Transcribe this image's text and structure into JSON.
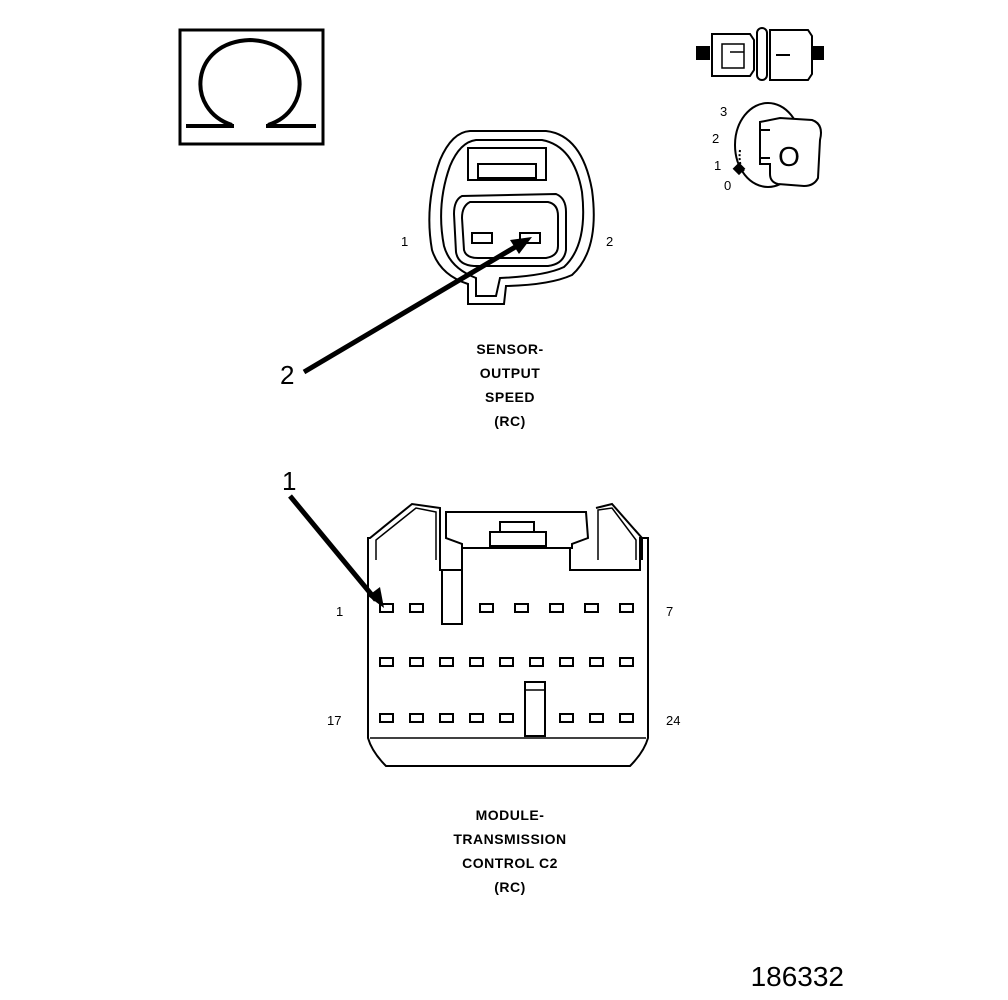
{
  "ohm_symbol": "Ω",
  "key_position_numbers": [
    "3",
    "2",
    "1",
    "0"
  ],
  "key_letter": "O",
  "sensor_connector": {
    "label_lines": [
      "SENSOR-",
      "OUTPUT",
      "SPEED",
      "(RC)"
    ],
    "pin_left": "1",
    "pin_right": "2",
    "callout": "2"
  },
  "module_connector": {
    "label_lines": [
      "MODULE-",
      "TRANSMISSION",
      "CONTROL C2",
      "(RC)"
    ],
    "pin_top_left": "1",
    "pin_top_right": "7",
    "pin_bottom_left": "17",
    "pin_bottom_right": "24",
    "callout": "1"
  },
  "figure_number": "186332"
}
